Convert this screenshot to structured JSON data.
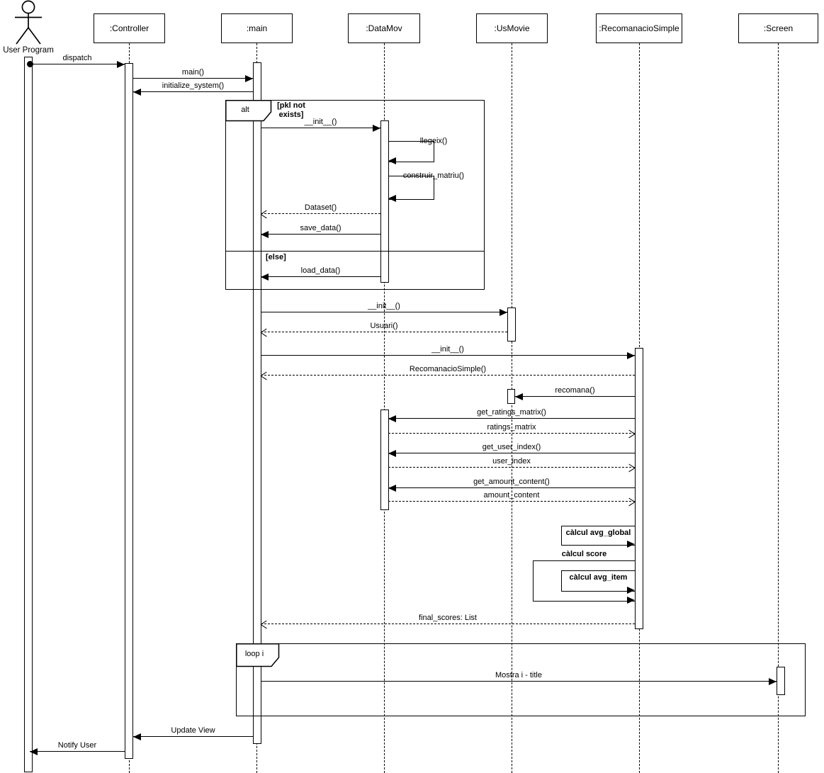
{
  "diagram": {
    "actor": {
      "label": "User Program"
    },
    "participants": [
      {
        "label": ":Controller"
      },
      {
        "label": ":main"
      },
      {
        "label": ":DataMov"
      },
      {
        "label": ":UsMovie"
      },
      {
        "label": ":RecomanacioSimple"
      },
      {
        "label": ":Screen"
      }
    ],
    "fragments": {
      "alt": {
        "operator": "alt",
        "guard": "[pkl not exists]",
        "guard_line1": "[pkl not",
        "guard_line2": "exists]",
        "else_guard": "[else]"
      },
      "loop": {
        "operator": "loop i"
      }
    },
    "messages": {
      "dispatch": "dispatch",
      "main_call": "main()",
      "initialize_system": "initialize_system()",
      "init_datamov": "__init__()",
      "llegeix": "llegeix()",
      "construir_matriu": "construir_matriu()",
      "dataset": "Dataset()",
      "save_data": "save_data()",
      "load_data": "load_data()",
      "init_usmovie": "__init__()",
      "usuari": "Usuari()",
      "init_recomanacio": "__init__()",
      "recomanacio_simple": "RecomanacioSimple()",
      "recomana": "recomana()",
      "get_ratings_matrix": "get_ratings_matrix()",
      "ratings_matrix": "ratings_matrix",
      "get_user_index": "get_user_index()",
      "user_index": "user_index",
      "get_amount_content": "get_amount_content()",
      "amount_content": "amount_content",
      "calcul_avg_global": "càlcul avg_global",
      "calcul_score": "càlcul score",
      "calcul_avg_item": "càlcul avg_item",
      "final_scores": "final_scores: List",
      "mostra": "Mostra i - title",
      "update_view": "Update View",
      "notify_user": "Notify User"
    },
    "colors": {
      "line": "#000000",
      "background": "#ffffff"
    }
  }
}
